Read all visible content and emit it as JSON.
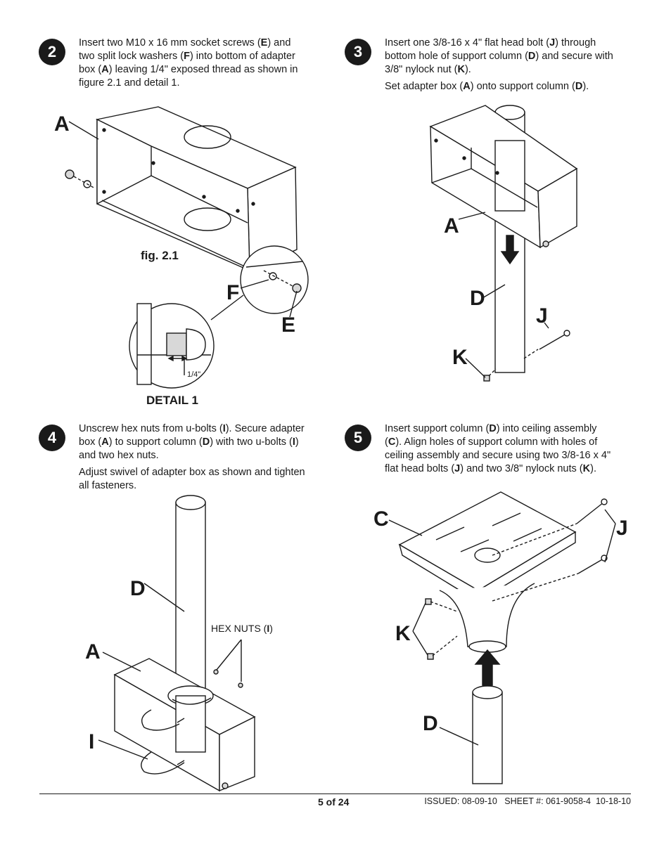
{
  "steps": [
    {
      "number": "2",
      "lines": [
        [
          "Insert two M10 x 16 mm socket screws (",
          {
            "b": "E"
          },
          ") and"
        ],
        [
          "two split lock washers (",
          {
            "b": "F"
          },
          ") into bottom of adapter"
        ],
        [
          "box (",
          {
            "b": "A"
          },
          ") leaving 1/4\" exposed thread as shown in"
        ],
        [
          "figure 2.1 and detail 1."
        ]
      ]
    },
    {
      "number": "3",
      "lines": [
        [
          "Insert one 3/8-16 x 4\" flat head bolt (",
          {
            "b": "J"
          },
          ") through"
        ],
        [
          "bottom hole of support column (",
          {
            "b": "D"
          },
          ") and secure with"
        ],
        [
          "3/8\" nylock nut (",
          {
            "b": "K"
          },
          ")."
        ]
      ],
      "extra": [
        "Set adapter box (",
        {
          "b": "A"
        },
        ") onto support column (",
        {
          "b": "D"
        },
        ")."
      ]
    },
    {
      "number": "4",
      "lines": [
        [
          "Unscrew hex nuts from u-bolts (",
          {
            "b": "I"
          },
          "). Secure adapter"
        ],
        [
          "box (",
          {
            "b": "A"
          },
          ") to support column (",
          {
            "b": "D"
          },
          ") with two u-bolts (",
          {
            "b": "I"
          },
          ")"
        ],
        [
          "and two hex nuts."
        ]
      ],
      "extra1": "Adjust swivel of adapter box as shown and tighten",
      "extra2": "all fasteners."
    },
    {
      "number": "5",
      "lines": [
        [
          "Insert support column (",
          {
            "b": "D"
          },
          ") into ceiling assembly"
        ],
        [
          "(",
          {
            "b": "C"
          },
          "). Align holes of support column with holes of"
        ],
        [
          "ceiling assembly and secure using two 3/8-16 x 4\""
        ],
        [
          "flat head bolts (",
          {
            "b": "J"
          },
          ") and two 3/8\" nylock nuts (",
          {
            "b": "K"
          },
          ")."
        ]
      ]
    }
  ],
  "figure_labels": {
    "fig21": "fig. 2.1",
    "detail1": "DETAIL 1",
    "quarter_inch": "1/4\"",
    "hex_nuts_prefix": "HEX NUTS (",
    "hex_nuts_letter": "I",
    "hex_nuts_suffix": ")"
  },
  "callouts": {
    "s2_A": "A",
    "s2_F": "F",
    "s2_E": "E",
    "s3_A": "A",
    "s3_D": "D",
    "s3_J": "J",
    "s3_K": "K",
    "s4_D": "D",
    "s4_A": "A",
    "s4_I": "I",
    "s5_C": "C",
    "s5_J": "J",
    "s5_K": "K",
    "s5_D": "D"
  },
  "footer": {
    "page": "5 of 24",
    "issued": "ISSUED: 08-09-10   SHEET #: 061-9058-4  10-18-10"
  }
}
